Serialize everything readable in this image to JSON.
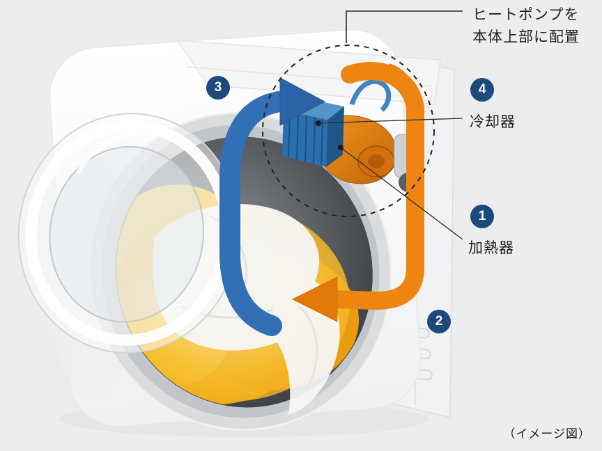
{
  "diagram": {
    "caption": "（イメージ図）",
    "callouts": {
      "heat_pump": {
        "line1": "ヒートポンプを",
        "line2": "本体上部に配置"
      },
      "cooler": {
        "label": "冷却器"
      },
      "heater": {
        "label": "加熱器"
      }
    },
    "badges": {
      "blue_path": "3",
      "cooler": "4",
      "heater": "1",
      "orange_path": "2"
    },
    "colors": {
      "background": "#ebedee",
      "badge_navy": "#1d4a7c",
      "arrow_blue": "#336fb4",
      "arrow_blue_dark": "#2c63a6",
      "arrow_orange": "#ee8511",
      "arrow_orange_dark": "#e07a0b",
      "callout_line": "#2b2b2b",
      "laundry_amber": "#f0ab15"
    }
  }
}
